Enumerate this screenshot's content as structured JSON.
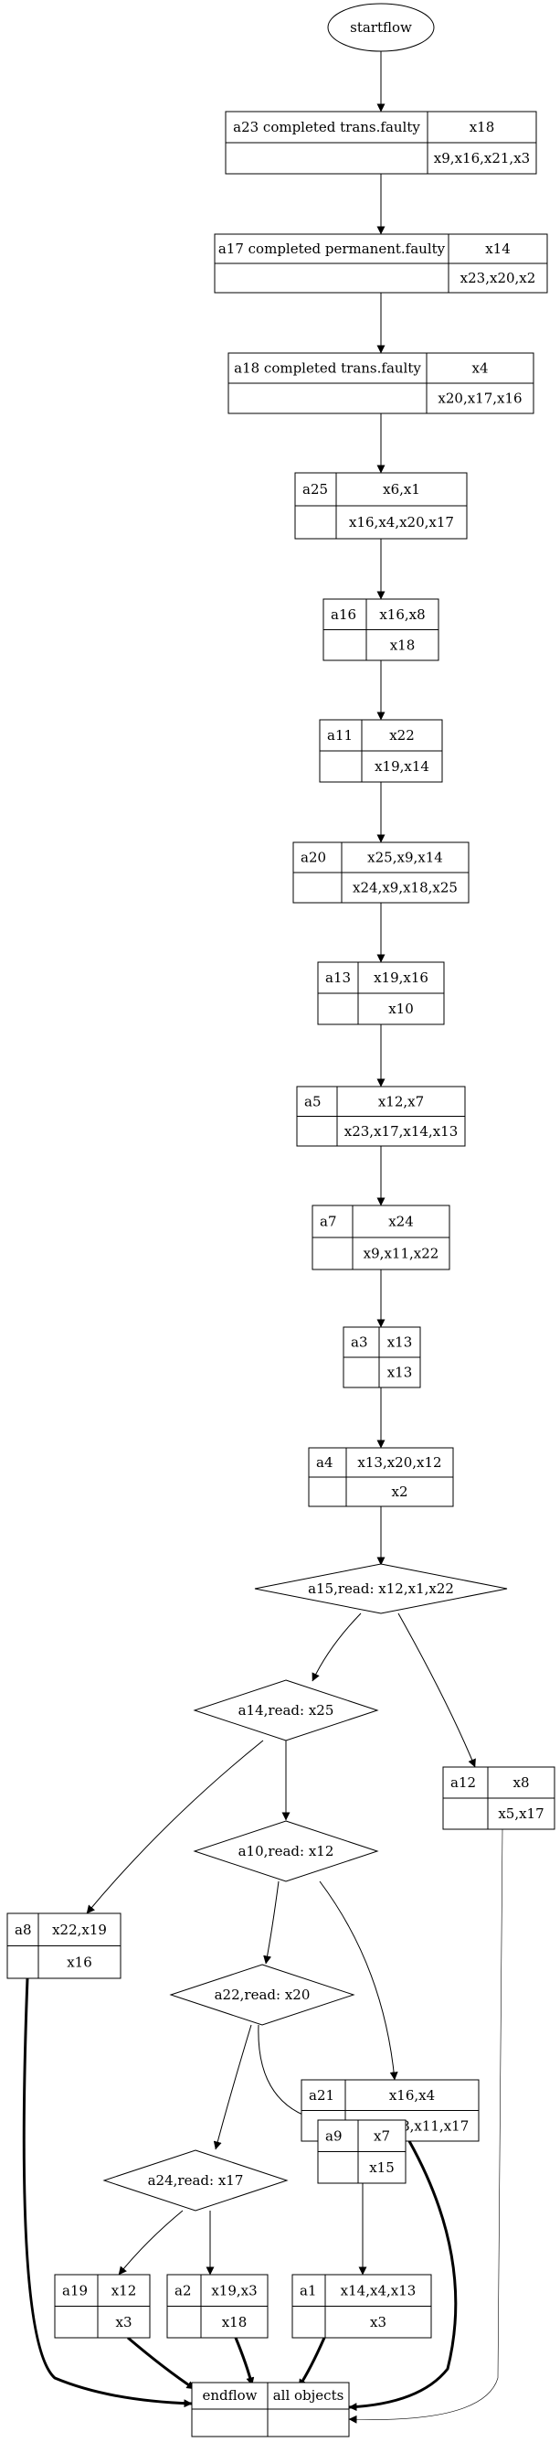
{
  "flow": {
    "start": "startflow",
    "end": {
      "label": "endflow",
      "objects": "all objects"
    }
  },
  "nodes": [
    {
      "id": "a23",
      "label": "a23 completed trans.faulty",
      "write": "x18",
      "read": "x9,x16,x21,x3"
    },
    {
      "id": "a17",
      "label": "a17 completed permanent.faulty",
      "write": "x14",
      "read": "x23,x20,x2"
    },
    {
      "id": "a18",
      "label": "a18 completed trans.faulty",
      "write": "x4",
      "read": "x20,x17,x16"
    },
    {
      "id": "a25",
      "label": "a25",
      "write": "x6,x1",
      "read": "x16,x4,x20,x17"
    },
    {
      "id": "a16",
      "label": "a16",
      "write": "x16,x8",
      "read": "x18"
    },
    {
      "id": "a11",
      "label": "a11",
      "write": "x22",
      "read": "x19,x14"
    },
    {
      "id": "a20",
      "label": "a20",
      "write": "x25,x9,x14",
      "read": "x24,x9,x18,x25"
    },
    {
      "id": "a13",
      "label": "a13",
      "write": "x19,x16",
      "read": "x10"
    },
    {
      "id": "a5",
      "label": "a5",
      "write": "x12,x7",
      "read": "x23,x17,x14,x13"
    },
    {
      "id": "a7",
      "label": "a7",
      "write": "x24",
      "read": "x9,x11,x22"
    },
    {
      "id": "a3",
      "label": "a3",
      "write": "x13",
      "read": "x13"
    },
    {
      "id": "a4",
      "label": "a4",
      "write": "x13,x20,x12",
      "read": "x2"
    },
    {
      "id": "a12",
      "label": "a12",
      "write": "x8",
      "read": "x5,x17"
    },
    {
      "id": "a8",
      "label": "a8",
      "write": "x22,x19",
      "read": "x16"
    },
    {
      "id": "a21",
      "label": "a21",
      "write": "x16,x4",
      "read": "x24,x18,x11,x17"
    },
    {
      "id": "a9",
      "label": "a9",
      "write": "x7",
      "read": "x15"
    },
    {
      "id": "a19",
      "label": "a19",
      "write": "x12",
      "read": "x3"
    },
    {
      "id": "a2",
      "label": "a2",
      "write": "x19,x3",
      "read": "x18"
    },
    {
      "id": "a1",
      "label": "a1",
      "write": "x14,x4,x13",
      "read": "x3"
    }
  ],
  "decisions": [
    {
      "id": "a15",
      "label": "a15,read: x12,x1,x22"
    },
    {
      "id": "a14",
      "label": "a14,read: x25"
    },
    {
      "id": "a10",
      "label": "a10,read: x12"
    },
    {
      "id": "a22",
      "label": "a22,read: x20"
    },
    {
      "id": "a24",
      "label": "a24,read: x17"
    }
  ]
}
